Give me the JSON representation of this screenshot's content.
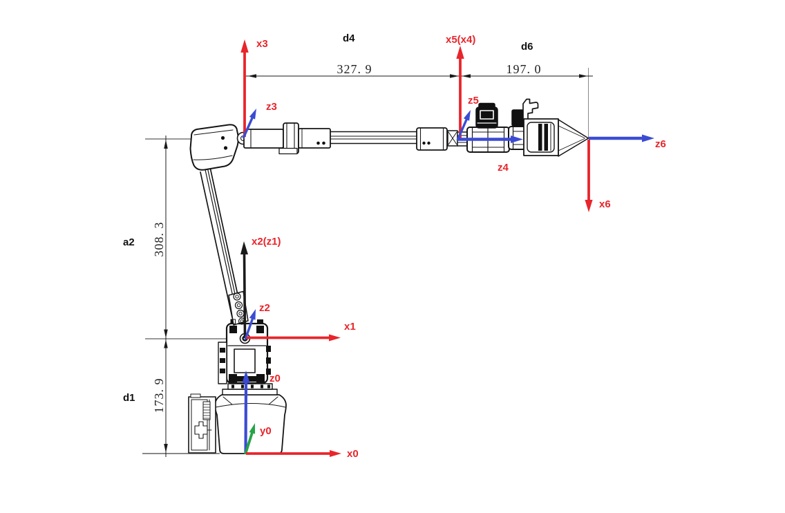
{
  "diagram": {
    "type": "robot-arm-kinematics-diagram",
    "description": "Side view line drawing of a 6-axis robot arm annotated with DH coordinate frames and link dimensions",
    "frame_labels": {
      "x0": "x0",
      "y0": "y0",
      "z0": "z0",
      "x1": "x1",
      "z2": "z2",
      "x2z1": "x2(z1)",
      "x3": "x3",
      "z3": "z3",
      "x5x4": "x5(x4)",
      "z5": "z5",
      "z4": "z4",
      "z6": "z6",
      "x6": "x6"
    },
    "dimensions": {
      "d4": {
        "label": "d4",
        "value": "327. 9"
      },
      "d6": {
        "label": "d6",
        "value": "197. 0"
      },
      "a2": {
        "label": "a2",
        "value": "308. 3"
      },
      "d1": {
        "label": "d1",
        "value": "173. 9"
      }
    },
    "colors": {
      "x_axis_red": "#e8252b",
      "z_axis_blue": "#3b4cd3",
      "y_axis_green": "#27a348",
      "x2_axis_black": "#1b1b1b",
      "drawing_line": "#151515",
      "dimension_line": "#1a1a1a",
      "ground_line": "#777777",
      "background": "#ffffff"
    }
  }
}
